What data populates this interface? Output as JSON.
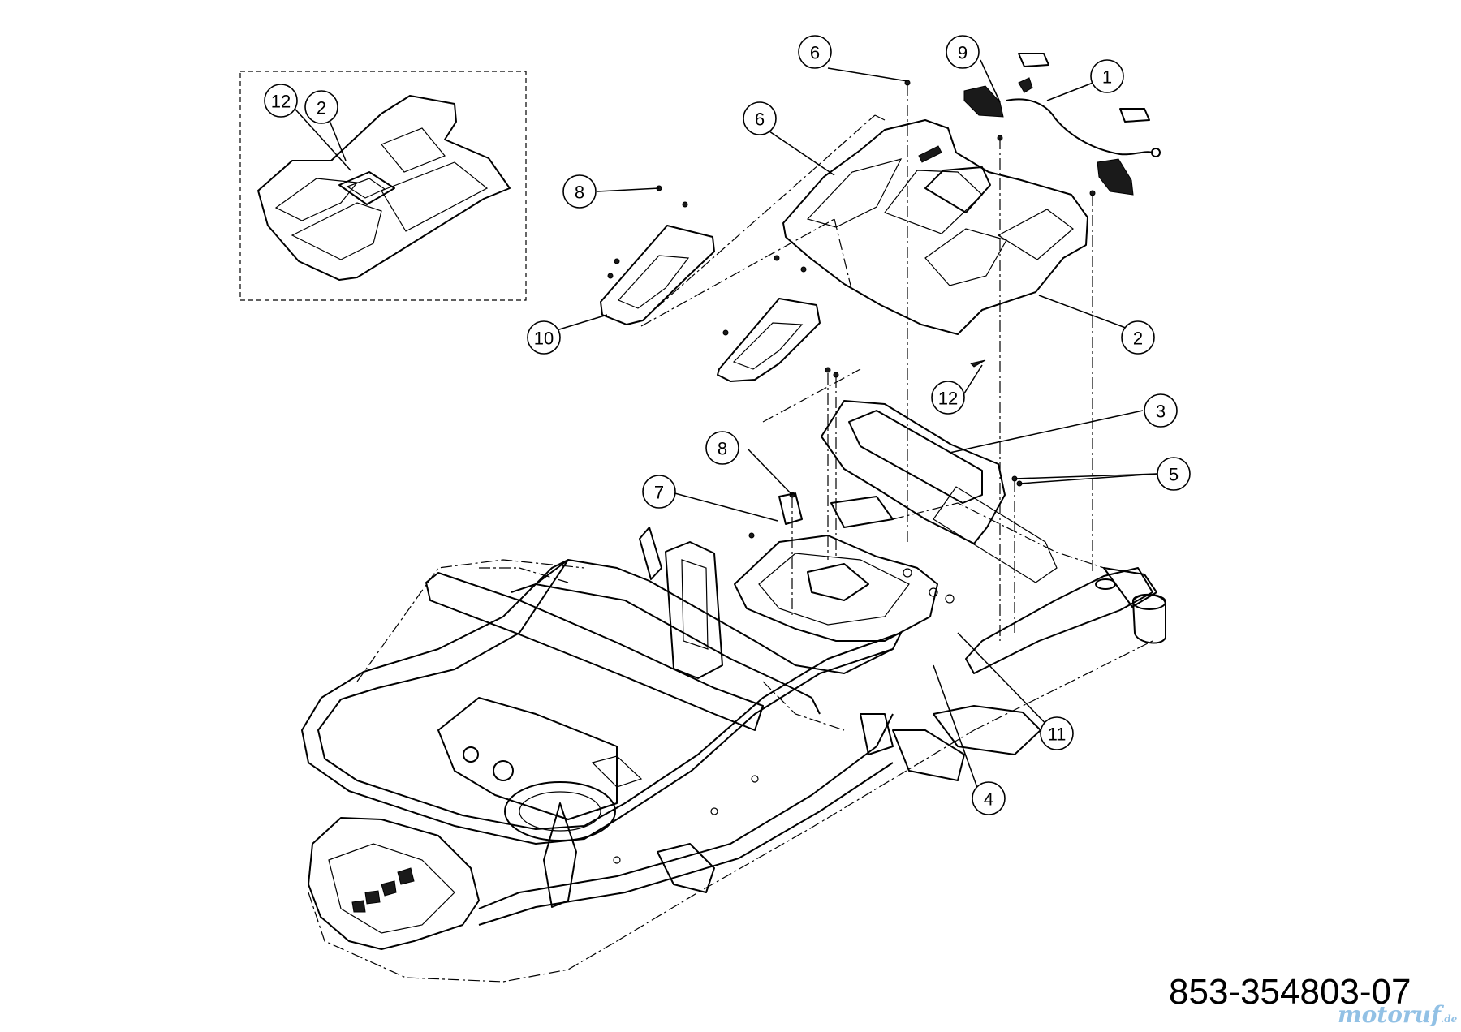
{
  "document": {
    "part_number": "853-354803-07",
    "watermark": "motoruf",
    "watermark_tld": ".de"
  },
  "callouts": {
    "c1": "1",
    "c2a": "2",
    "c2b": "2",
    "c3": "3",
    "c4": "4",
    "c5": "5",
    "c6a": "6",
    "c6b": "6",
    "c7": "7",
    "c8a": "8",
    "c8b": "8",
    "c9": "9",
    "c10": "10",
    "c11": "11",
    "c12a": "12",
    "c12b": "12"
  },
  "colors": {
    "line": "#000000",
    "background": "#ffffff",
    "watermark": "#3a8fd0"
  }
}
